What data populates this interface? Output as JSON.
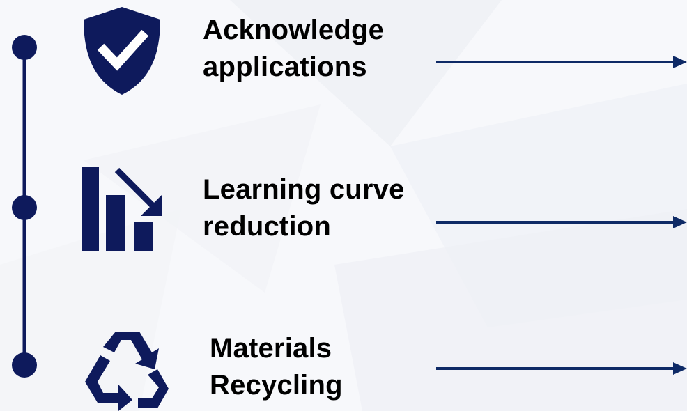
{
  "colors": {
    "accent": "#0e1a5c",
    "arrow": "#0e2a66",
    "background": "#f7f8fb",
    "text": "#000000"
  },
  "items": [
    {
      "label": "Acknowledge\napplications",
      "icon": "shield-check-icon"
    },
    {
      "label": "Learning curve\nreduction",
      "icon": "bar-chart-decrease-icon"
    },
    {
      "label": "Materials\nRecycling",
      "icon": "recycle-icon"
    }
  ]
}
